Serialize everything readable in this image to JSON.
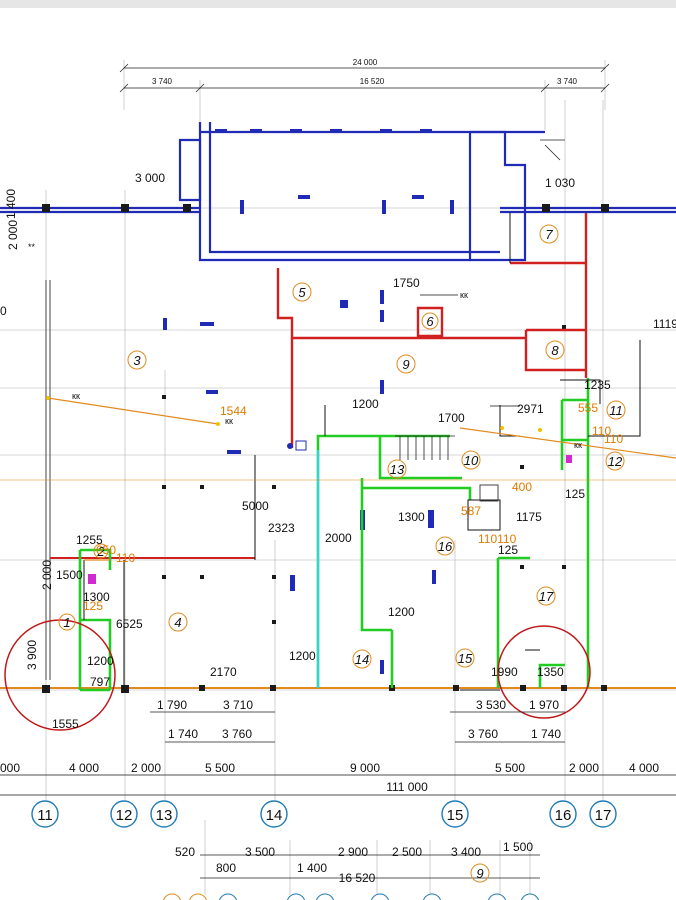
{
  "colors": {
    "wall": "#1f2bb5",
    "red_partition": "#d02020",
    "green_partition": "#22cc22",
    "axis_bubble": "#1e7ab8",
    "orange_line": "#e08a1e",
    "highlight_circle": "#c01818"
  },
  "top_dims": {
    "overall": "24 000",
    "left": "3 740",
    "middle": "16 520",
    "right": "3 740"
  },
  "inner_dims": [
    {
      "id": "d3000",
      "text": "3 000"
    },
    {
      "id": "d1030",
      "text": "1 030"
    },
    {
      "id": "d1750",
      "text": "1750"
    },
    {
      "id": "d1119",
      "text": "1119"
    },
    {
      "id": "d1235",
      "text": "1235"
    },
    {
      "id": "d1200a",
      "text": "1200"
    },
    {
      "id": "d1700",
      "text": "1700"
    },
    {
      "id": "d2971",
      "text": "2971"
    },
    {
      "id": "d1544",
      "text": "1544"
    },
    {
      "id": "d555",
      "text": "555"
    },
    {
      "id": "d110a",
      "text": "110"
    },
    {
      "id": "d110b",
      "text": "110"
    },
    {
      "id": "d400",
      "text": "400"
    },
    {
      "id": "d125a",
      "text": "125"
    },
    {
      "id": "d5000",
      "text": "5000"
    },
    {
      "id": "d2323",
      "text": "2323"
    },
    {
      "id": "d2000a",
      "text": "2000"
    },
    {
      "id": "d1300a",
      "text": "1300"
    },
    {
      "id": "d587",
      "text": "587"
    },
    {
      "id": "d1175",
      "text": "1175"
    },
    {
      "id": "d110110",
      "text": "110110"
    },
    {
      "id": "d125b",
      "text": "125"
    },
    {
      "id": "d1255",
      "text": "1255"
    },
    {
      "id": "d650",
      "text": "650"
    },
    {
      "id": "d110c",
      "text": "110"
    },
    {
      "id": "d1500",
      "text": "1500"
    },
    {
      "id": "d1300b",
      "text": "1300"
    },
    {
      "id": "d125c",
      "text": "125"
    },
    {
      "id": "d2000b",
      "text": "2 000"
    },
    {
      "id": "d6525",
      "text": "6525"
    },
    {
      "id": "d1200b",
      "text": "1200"
    },
    {
      "id": "d1200c",
      "text": "1200"
    },
    {
      "id": "d1200d",
      "text": "1200"
    },
    {
      "id": "d797",
      "text": "797"
    },
    {
      "id": "d3900",
      "text": "3 900"
    },
    {
      "id": "d2170",
      "text": "2170"
    },
    {
      "id": "d1990",
      "text": "1990"
    },
    {
      "id": "d1350",
      "text": "1350"
    },
    {
      "id": "d1555",
      "text": "1555"
    },
    {
      "id": "d2000c",
      "text": "2 000"
    },
    {
      "id": "d1400",
      "text": "1 400"
    },
    {
      "id": "d0",
      "text": "0"
    }
  ],
  "rooms": [
    "1",
    "2",
    "3",
    "4",
    "5",
    "6",
    "7",
    "8",
    "9",
    "10",
    "11",
    "12",
    "13",
    "14",
    "15",
    "16",
    "17"
  ],
  "bottom_dims": {
    "row1": [
      "1 790",
      "3 710",
      "3 530",
      "1 970"
    ],
    "row2": [
      "1 740",
      "3 760",
      "3 760",
      "1 740"
    ],
    "row3": [
      "000",
      "4 000",
      "2 000",
      "5 500",
      "9 000",
      "5 500",
      "2 000",
      "4 000"
    ],
    "overall": "111 000"
  },
  "axes": [
    "11",
    "12",
    "13",
    "14",
    "15",
    "16",
    "17"
  ],
  "lower_dims": {
    "row1": [
      "520",
      "3 500",
      "2 900",
      "2 500",
      "3 400",
      "1 500"
    ],
    "row2": [
      "800",
      "1 400",
      "16 520"
    ],
    "room_9": "9"
  },
  "markers": {
    "kk": "кк",
    "stars": "**"
  }
}
